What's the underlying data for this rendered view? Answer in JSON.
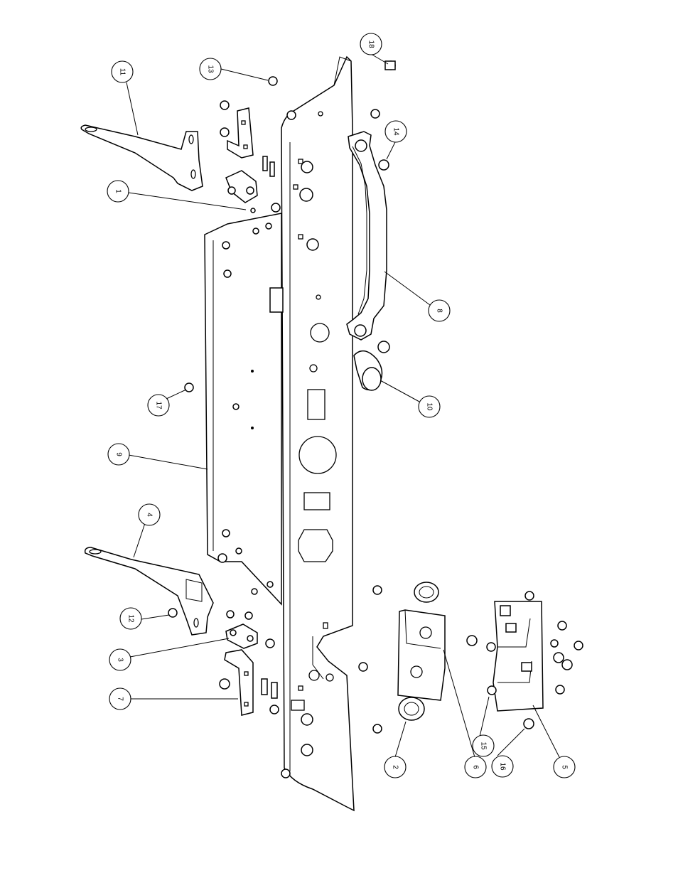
{
  "callouts": [
    {
      "id": "c18",
      "label": "18"
    },
    {
      "id": "c13",
      "label": "13"
    },
    {
      "id": "c11",
      "label": "11"
    },
    {
      "id": "c14",
      "label": "14"
    },
    {
      "id": "c1",
      "label": "1"
    },
    {
      "id": "c8",
      "label": "8"
    },
    {
      "id": "c17",
      "label": "17"
    },
    {
      "id": "c10",
      "label": "10"
    },
    {
      "id": "c9",
      "label": "9"
    },
    {
      "id": "c4",
      "label": "4"
    },
    {
      "id": "c12",
      "label": "12"
    },
    {
      "id": "c3",
      "label": "3"
    },
    {
      "id": "c7",
      "label": "7"
    },
    {
      "id": "c2",
      "label": "2"
    },
    {
      "id": "c6",
      "label": "6"
    },
    {
      "id": "c15",
      "label": "15"
    },
    {
      "id": "c16",
      "label": "16"
    },
    {
      "id": "c5",
      "label": "5"
    }
  ]
}
